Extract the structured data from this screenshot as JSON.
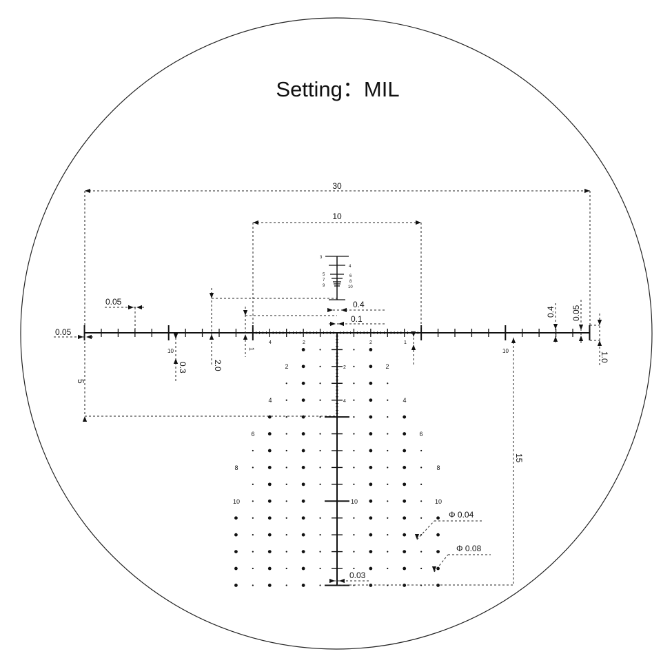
{
  "title": "Setting：MIL",
  "colors": {
    "line": "#111111",
    "background": "#ffffff"
  },
  "dimensions": {
    "total_width": "30",
    "inner_width": "10",
    "post_gap": "0.4",
    "center_gap": "0.1",
    "tick_width": "0.05",
    "end_gap": "0.05",
    "drop_5": "5",
    "tick_height": "0.3",
    "mid_tick_height": "2.0",
    "drop_15": "15",
    "right_tick_04": "0.4",
    "right_tick_005": "0.05",
    "end_bar": "1.0",
    "small_dot": "Φ 0.04",
    "large_dot": "Φ 0.08",
    "line_width": "0.03"
  },
  "stadia_labels": [
    "3",
    "4",
    "5",
    "6",
    "7",
    "8",
    "9",
    "10"
  ],
  "horizontal_labels": {
    "left_10": "10",
    "right_10": "10",
    "left_4": "4",
    "left_2": "2",
    "right_2": "2",
    "left_1": "1",
    "right_1": "1"
  },
  "holdover_row_labels": [
    "2",
    "4",
    "6",
    "8",
    "10"
  ]
}
